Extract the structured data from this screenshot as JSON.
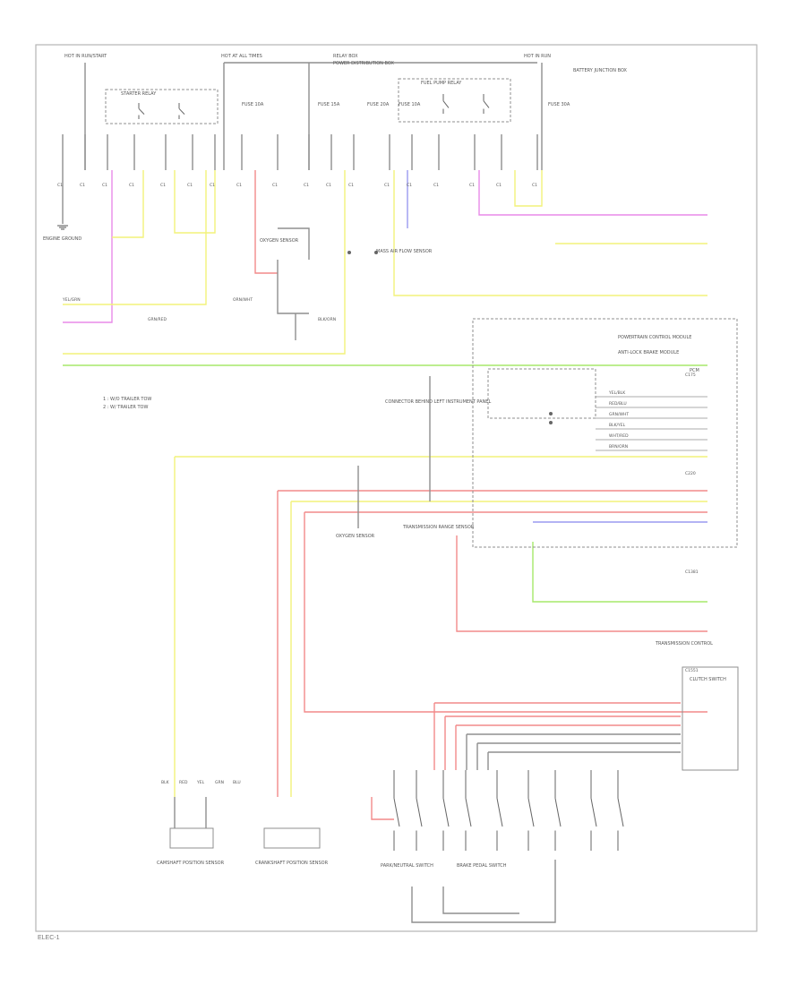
{
  "page": {
    "label": "ELEC-1"
  },
  "colors": {
    "frame": "#b5b5b5",
    "wire_gray": "#8f8f8f",
    "yellow": "#f2f27a",
    "red": "#f28a8a",
    "green": "#a6e86a",
    "pink": "#e88ae8",
    "blue": "#9a9af0",
    "text": "#555555"
  },
  "icons": [
    "ground-icon",
    "switch-icon",
    "connector-icon",
    "relay-coil-icon"
  ],
  "diagram": {
    "top_labels": {
      "hot_run_start": "HOT IN RUN/START",
      "hot_at_all_times": "HOT AT ALL TIMES",
      "relay_box": "RELAY BOX",
      "hot_run": "HOT IN RUN",
      "power_distribution": "POWER DISTRIBUTION BOX",
      "battery_junction": "BATTERY JUNCTION BOX"
    },
    "relays": {
      "left": "STARTER RELAY",
      "right": "FUEL PUMP RELAY"
    },
    "fuses": [
      "FUSE 10A",
      "FUSE 15A",
      "FUSE 20A",
      "FUSE 10A",
      "FUSE 30A"
    ],
    "connector_label": "C1",
    "left_components": {
      "ground_label": "ENGINE GROUND",
      "wire_labels": [
        "YEL/GRN",
        "GRN/RED",
        "ORN/WHT",
        "BLK/ORN"
      ],
      "trailer_note_1": "1 : W/O TRAILER TOW",
      "trailer_note_2": "2 : W/ TRAILER TOW"
    },
    "middle_components": {
      "sensor_left": "OXYGEN SENSOR",
      "sensor_right": "MASS AIR FLOW SENSOR",
      "upper_note": "CONNECTOR BEHIND LEFT INSTRUMENT PANEL",
      "lower_note": "TRANSMISSION RANGE SENSOR"
    },
    "right_components": {
      "module_top": "POWERTRAIN CONTROL MODULE",
      "module_mid": "ANTI-LOCK BRAKE MODULE",
      "module_bottom": "TRANSMISSION CONTROL",
      "pcm_label": "PCM",
      "terminals": [
        "C175",
        "C220",
        "C1381",
        "C1551"
      ],
      "wire_labels_right": [
        "YEL/BLK",
        "RED/BLU",
        "GRN/WHT",
        "BLK/YEL",
        "WHT/RED",
        "BRN/ORN"
      ]
    },
    "bottom_components": {
      "sensor_1": "CAMSHAFT POSITION SENSOR",
      "sensor_2": "CRANKSHAFT POSITION SENSOR",
      "switch_1": "PARK/NEUTRAL SWITCH",
      "switch_2": "BRAKE PEDAL SWITCH",
      "module": "CLUTCH SWITCH",
      "pins": [
        "BLK",
        "RED",
        "YEL",
        "GRN",
        "BLU"
      ]
    }
  }
}
